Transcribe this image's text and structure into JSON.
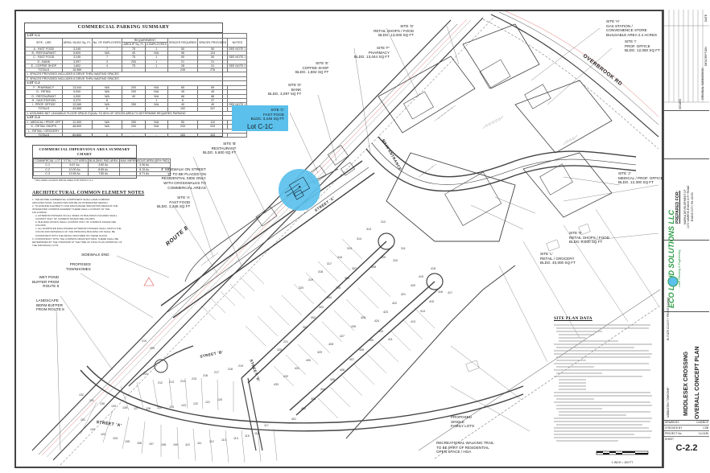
{
  "sheet": {
    "title": "Overall Concept Plan",
    "project": "Middlesex Crossing",
    "sheet_number": "C-2.2"
  },
  "parking_summary": {
    "title": "COMMERCIAL PARKING SUMMARY",
    "columns": [
      "SITE - USE",
      "AREA / BLDG Sq. Ft.",
      "No. OF EMPLOYEES",
      "AREA ft² Sq. Ft.",
      "# EMPLOYEES",
      "SPACES REQUIRED",
      "SPACES PROVIDED",
      "NOTES"
    ],
    "requirement_header": "REQUIREMENT",
    "lots": [
      {
        "name": "LOT C-1",
        "rows": [
          [
            "A - FAST FOOD",
            "3,245",
            "7",
            "75",
            "1",
            "50",
            "50",
            "SEE NOTE 1"
          ],
          [
            "B - RESTAURANT",
            "5,600",
            "N/A",
            "40",
            "N/A",
            "96",
            "124",
            ""
          ],
          [
            "C - FAST FOOD",
            "3,245",
            "7",
            "75",
            "1",
            "50",
            "50",
            "SEE NOTE 1"
          ],
          [
            "D - BANK",
            "3,097",
            "3",
            "200",
            "1",
            "21",
            "21",
            ""
          ],
          [
            "E - COFFEE SHOP",
            "1,802",
            "4",
            "75",
            "1",
            "28",
            "31",
            "SEE NOTE 2"
          ],
          [
            "TOTALS",
            "16,989",
            "",
            "",
            "",
            "245",
            "276",
            ""
          ]
        ],
        "footnotes": [
          "1. SPACES PROVIDED INCLUDES 6 DRIVE THRU WAITING SPACES",
          "2. SPACES PROVIDED INCLUDES 6 DRIVE THRU WAITING SPACES"
        ]
      },
      {
        "name": "LOT C-2",
        "rows": [
          [
            "F - PHARMACY",
            "13,044",
            "N/A",
            "200",
            "N/A",
            "65",
            "69",
            ""
          ],
          [
            "G - RETAIL",
            "9,000",
            "N/A",
            "200",
            "N/A",
            "45",
            "45",
            ""
          ],
          [
            "G - RESTAURANT",
            "4,000",
            "N/A",
            "40",
            "N/A",
            "68",
            "68",
            ""
          ],
          [
            "H - GAS STATION",
            "5,373",
            "6",
            "-",
            "1",
            "6",
            "27",
            ""
          ],
          [
            "I - PROF. OFFICE",
            "12,060",
            "N/A",
            "250",
            "N/A",
            "40",
            "40",
            "SEE NOTE 1"
          ],
          [
            "TOTALS",
            "43,565",
            "6",
            "",
            "",
            "192",
            "247",
            ""
          ]
        ],
        "footnotes": [
          "1. ASSUMED NET LEASABLE FLOOR SPACE EQUAL TO 80% OF GROSS AREA TO DETERMINE REQUIRED PARKING"
        ]
      },
      {
        "name": "LOT C-3",
        "rows": [
          [
            "J - MEDICAL / PROF. OFF",
            "12,300",
            "N/A",
            "250",
            "N/A",
            "50",
            "110",
            ""
          ],
          [
            "K - RETAIL SHOPS",
            "48,500",
            "N/A",
            "200",
            "N/A",
            "233",
            "233",
            ""
          ],
          [
            "L - RETAIL / GROCERY",
            "",
            "",
            "",
            "",
            "",
            "",
            ""
          ],
          [
            "TOTALS",
            "60,800",
            "0",
            "-",
            "-",
            "283",
            "343",
            ""
          ]
        ],
        "footnotes": []
      }
    ]
  },
  "impervious_summary": {
    "title": "COMMERCIAL IMPERVIOUS AREA SUMMARY CHART",
    "columns": [
      "COMMERCIAL LOT",
      "TOTAL LOT AREA",
      "BUILDING PAD AREA",
      "MAX IMPERVIOUS AREA (80% PAD)"
    ],
    "rows": [
      [
        "C-1",
        "6.67 Ac.",
        "4.80 Ac.",
        "4.36 Ac."
      ],
      [
        "C-2",
        "10.00 Ac.",
        "8.85 Ac.",
        "8.15 Ac."
      ],
      [
        "C-3",
        "13.55 Ac.",
        "7.80 Ac.",
        "8.71 Ac."
      ]
    ],
    "footnote": "* INCLUDES ACCESS DRIVE AREA FOR SITES K & L"
  },
  "arch_notes": {
    "title": "ARCHITECTURAL COMMON ELEMENT NOTES",
    "items": [
      "1. THE ENTIRE COMMERCIAL COMPONENT SHALL HAVE COMMON ARCHITECTURAL CHARACTER AND BE AN INTEGRATED DESIGN.",
      "2. TO ENSURE FLEXIBILITY AND ENCOURAGE INNOVATION DESIGNS THE INTEGRATED COMMON ELEMENT THEME SHALL CONSIST OF THE FOLLOWING:",
      "a. EXTERIOR FINISHES ON ALL SIDES OF BUILDINGS FACADES SHALL CONSIST ONLY OF COMMON SIGNATURE COLORS.",
      "b. BUILDING ROOFS SHALL CONSIST ONLY OF COMMON SIGNATURE COLORS.",
      "c. ALL DUMPSTER ENCLOSURES EXTERIOR FINISHES SHALL MATCH THE COLOR AND MATERIALS OF THE PRINCIPAL BUILDING OR SHALL BE CONSISTENT WITH THE DETAIL PROVIDED ON THESE PLANS.",
      "3. CONSISTENCY WITH THE COMMON ARCHITECTURAL THEME SHALL BE DETERMINED BY THE TOWNSHIP AT THE TIME OF FINAL PLAN APPROVAL OF THE INDIVIDUAL LOTS."
    ]
  },
  "site_labels": {
    "site_a": {
      "name": "SITE 'A'",
      "use": "FAST FOOD",
      "bldg": "BLDG. 3,245 SQ FT"
    },
    "site_b": {
      "name": "SITE 'B'",
      "use": "RESTAURANT",
      "bldg": "BLDG. 5,600 SQ FT"
    },
    "site_c": {
      "name": "SITE 'C'",
      "use": "FAST FOOD",
      "bldg": "BLDG. 3,245 SQ FT",
      "lot": "Lot C-1C"
    },
    "site_d": {
      "name": "SITE 'D'",
      "use": "BANK",
      "bldg": "BLDG. 3,097 SQ FT"
    },
    "site_e": {
      "name": "SITE 'E'",
      "use": "COFFEE SHOP",
      "bldg": "BLDG. 1,802 SQ FT"
    },
    "site_f": {
      "name": "SITE 'F'",
      "use": "PHARMACY",
      "bldg": "BLDG. 13,044 SQ FT"
    },
    "site_g": {
      "name": "SITE 'G'",
      "use": "RETAIL SHOPS / FOOD",
      "bldg": "BLDG. 13,000 SQ FT"
    },
    "site_h": {
      "name": "SITE 'H'",
      "use": "GAS STATION / CONVENIENCE STORE",
      "bldg": "BUILDABLE AREA 2.4 ACRES"
    },
    "site_i": {
      "name": "SITE 'I'",
      "use": "PROF. OFFICE",
      "bldg": "BLDG. 12,060 SQ FT"
    },
    "site_j": {
      "name": "SITE 'J'",
      "use": "MEDICAL / PROF. OFFICE",
      "bldg": "BLDG. 12,300 SQ FT"
    },
    "site_k": {
      "name": "SITE 'K'",
      "use": "RETAIL SHOPS / FOOD",
      "bldg": "BLDG. 8,500 SQ FT"
    },
    "site_l": {
      "name": "SITE 'L'",
      "use": "RETAIL / GROCERY",
      "bldg": "BLDG. 40,000 SQ FT"
    }
  },
  "callouts": {
    "sidewalk_street_c": [
      "4' SIDEWALK ON STREET",
      "'C' TO BE PLACED ON",
      "RESIDENTIAL SIDE ONLY",
      "WITH CROSSWALKS TO",
      "COMMERCIAL AREAS"
    ],
    "sidewalk_end": "SIDEWALK END",
    "townhomes": [
      "PROPOSED",
      "TOWNHOMES"
    ],
    "wet_pond": [
      "WET POND",
      "BUFFER FROM",
      "ROUTE 8"
    ],
    "landscape": [
      "LANDSCAPE",
      "BERM BUFFER",
      "FROM ROUTE 8"
    ],
    "single_family": [
      "PROPOSED",
      "SINGLE",
      "FAMILY LOTS"
    ],
    "trail": [
      "RECREATIONAL WALKING TRAIL",
      "TO BE PART OF RESIDENTIAL",
      "OPEN SPACE / HOA"
    ],
    "main_entrance": "MAIN ENTRANCE"
  },
  "roads": {
    "route8": "ROUTE 8",
    "overbrook": "OVERBROOK RD",
    "street_a": "STREET 'A'",
    "street_b": "STREET 'B'",
    "street_c": "STREET 'C'",
    "street_d": "STREET 'D'"
  },
  "lot_numbers": {
    "row_a_upper": [
      "132",
      "131",
      "130",
      "129",
      "128",
      "127",
      "126",
      "125",
      "124",
      "123",
      "122",
      "121",
      "120"
    ],
    "row_a_lower": [
      "101",
      "102",
      "103",
      "104",
      "105",
      "106",
      "107",
      "108",
      "109",
      "110",
      "111",
      "112",
      "113",
      "114",
      "115",
      "116",
      "117"
    ],
    "row_200": [
      "201",
      "209",
      "210",
      "211",
      "212",
      "213",
      "214",
      "215",
      "216",
      "217",
      "218",
      "219",
      "220",
      "221"
    ],
    "row_300": [
      "301",
      "302",
      "303",
      "304",
      "305",
      "306",
      "307",
      "308",
      "309",
      "310",
      "311",
      "312",
      "313",
      "314",
      "315",
      "316",
      "317",
      "318",
      "319",
      "320"
    ],
    "row_400": [
      "401",
      "402",
      "403",
      "404",
      "405",
      "406",
      "407",
      "408",
      "409",
      "410",
      "411",
      "413",
      "414",
      "415",
      "416",
      "417",
      "418",
      "419",
      "420",
      "421",
      "422",
      "423",
      "424",
      "425",
      "426",
      "427",
      "428",
      "429",
      "430",
      "431",
      "432",
      "433"
    ]
  },
  "site_plan_data": {
    "title": "SITE PLAN DATA",
    "scale_label": "1 INCH = 100 FT",
    "scale_ticks": [
      "100",
      "0",
      "50",
      "100",
      "200"
    ]
  },
  "title_block": {
    "revision_header": [
      "No.",
      "DESCRIPTION",
      "DATE"
    ],
    "revision_row": [
      "1",
      "ORIGINAL SUBMISSION",
      "MM/YYYY"
    ],
    "issued": "ISSUED",
    "prepared_for_label": "PREPARED FOR:",
    "prepared_for": [
      "MARKA DEVELOPMENT LP",
      "1071 WARRIS EVANS CITY ROAD",
      "EVANS CITY, PA 16033"
    ],
    "firm": "ECO LAND SOLUTIONS LLC",
    "firm_tag": "Land Planning & Engineering",
    "county": "BUTLER COUNTY PENNSYLVANIA",
    "township": "MIDDLESEX TOWNSHIP",
    "project_name": "MIDDLESEX CROSSING",
    "drawing_title": "OVERALL CONCEPT PLAN",
    "drawn_by_label": "DRAWN BY",
    "drawn_by": "CAD/BCH",
    "checked_by_label": "CHECKED BY",
    "checked_by": "CSB",
    "project_no_label": "PROJECT No.",
    "project_no": "14-0135",
    "sheet_label": "SHEET",
    "sheet": "C-2.2"
  },
  "colors": {
    "highlight": "#5bc0eb",
    "line": "#333333",
    "accent_red": "#d9534f",
    "firm_green": "#2e9d47"
  }
}
